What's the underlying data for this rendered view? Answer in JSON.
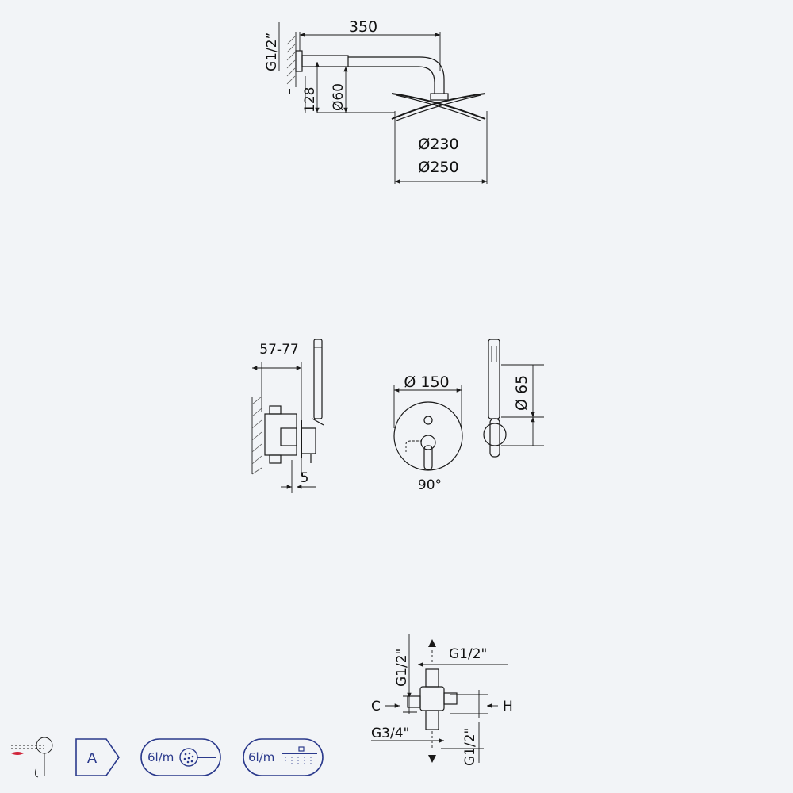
{
  "shower_head_view": {
    "arm_length": "350",
    "wall_thread": "G1/2”",
    "drop": "128",
    "arm_diameter": "Ø60",
    "head_inner": "Ø230",
    "head_outer": "Ø250"
  },
  "mixer_views": {
    "depth_range": "57-77",
    "plate_offset": "5",
    "plate_diameter": "Ø 150",
    "rotation": "90°",
    "holder_diameter": "Ø 65"
  },
  "valve_body": {
    "top_thread_left": "G1/2\"",
    "top_thread_right": "G1/2\"",
    "cold": "C",
    "hot": "H",
    "bottom_thread_left": "G3/4\"",
    "bottom_thread_right": "G1/2\""
  },
  "badges": [
    {
      "icon": "mixer-function-icon",
      "text": ""
    },
    {
      "icon": "energy-class-icon",
      "text": "A"
    },
    {
      "icon": "hand-shower-flow-icon",
      "text": "6l/m"
    },
    {
      "icon": "head-shower-flow-icon",
      "text": "6l/m"
    }
  ],
  "colors": {
    "background": "#f2f4f7",
    "lines": "#1a1a1a",
    "badge": "#2b3a8c",
    "hot_accent": "#d0243a"
  }
}
